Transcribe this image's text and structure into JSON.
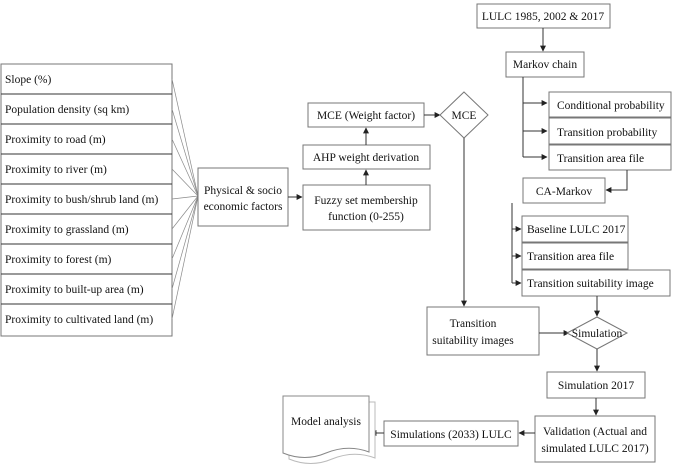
{
  "factors": [
    "Slope (%)",
    "Population density (sq km)",
    "Proximity to road (m)",
    "Proximity to river (m)",
    "Proximity to bush/shrub land (m)",
    "Proximity to grassland (m)",
    "Proximity to forest (m)",
    "Proximity to built-up area (m)",
    "Proximity to cultivated land (m)"
  ],
  "physical": [
    "Physical & socio",
    "economic factors"
  ],
  "fuzzy": [
    "Fuzzy set membership",
    "function (0-255)"
  ],
  "ahp": "AHP weight derivation",
  "mce_weight": "MCE (Weight factor)",
  "mce": "MCE",
  "tsi": [
    "Transition",
    "suitability images"
  ],
  "lulc": "LULC 1985, 2002 & 2017",
  "markov": "Markov chain",
  "markov_outputs": [
    "Conditional probability",
    "Transition probability",
    "Transition area file"
  ],
  "ca_markov": "CA-Markov",
  "ca_inputs": [
    "Baseline LULC 2017",
    "Transition area file",
    "Transition suitability image"
  ],
  "simulation": "Simulation",
  "simulation_2017": "Simulation 2017",
  "validation": [
    "Validation (Actual and",
    "simulated LULC 2017)"
  ],
  "simulations_2033": "Simulations (2033) LULC",
  "model_analysis": "Model analysis"
}
